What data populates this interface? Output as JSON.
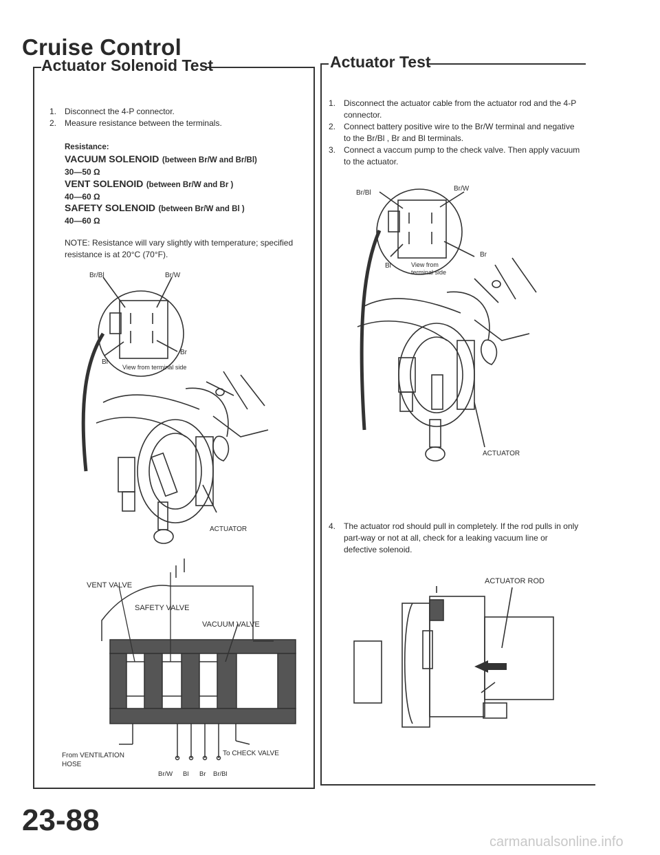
{
  "page": {
    "title": "Cruise Control",
    "page_number": "23-88",
    "watermark": "carmanualsonline.info"
  },
  "left": {
    "heading": "Actuator Solenoid Test",
    "steps": [
      {
        "num": "1.",
        "text": "Disconnect the 4-P connector."
      },
      {
        "num": "2.",
        "text": "Measure resistance between the terminals."
      }
    ],
    "resistance_label": "Resistance:",
    "specs": [
      {
        "name": "VACUUM SOLENOID",
        "between": "(between Br/W and Br/Bl)",
        "value": "30—50 Ω"
      },
      {
        "name": "VENT SOLENOID",
        "between": "(between Br/W and Br )",
        "value": "40—60 Ω"
      },
      {
        "name": "SAFETY SOLENOID",
        "between": "(between Br/W and Bl )",
        "value": "40—60 Ω"
      }
    ],
    "note": "NOTE: Resistance will vary slightly with temperature; specified resistance is at 20°C (70°F).",
    "connector_diagram": {
      "lbl_brbl": "Br/Bl",
      "lbl_brw": "Br/W",
      "lbl_bl": "Bl",
      "lbl_br": "Br",
      "view": "View from terminal side",
      "actuator": "ACTUATOR"
    },
    "valve_diagram": {
      "vent": "VENT VALVE",
      "safety": "SAFETY VALVE",
      "vacuum": "VACUUM VALVE",
      "from1": "From VENTILATION",
      "from2": "HOSE",
      "to_check": "To CHECK VALVE",
      "wires": [
        "Br/W",
        "Bl",
        "Br",
        "Br/Bl"
      ]
    }
  },
  "right": {
    "heading": "Actuator Test",
    "steps": [
      {
        "num": "1.",
        "text": "Disconnect the actuator cable from the actuator rod and the 4-P connector."
      },
      {
        "num": "2.",
        "text": "Connect battery positive wire to the Br/W terminal and negative to the Br/Bl , Br and Bl terminals."
      },
      {
        "num": "3.",
        "text": "Connect a vaccum pump to the check valve. Then apply vacuum to the actuator."
      }
    ],
    "connector_diagram": {
      "lbl_brbl": "Br/Bl",
      "lbl_brw": "Br/W",
      "lbl_bl": "Bl",
      "lbl_br": "Br",
      "view1": "View from",
      "view2": "terminal side",
      "actuator": "ACTUATOR"
    },
    "step4": {
      "num": "4.",
      "text": "The actuator rod should pull in completely. If the rod pulls in only part-way or not at all, check for a leaking vacuum line or defective solenoid."
    },
    "rod_diagram": {
      "label": "ACTUATOR ROD"
    }
  }
}
